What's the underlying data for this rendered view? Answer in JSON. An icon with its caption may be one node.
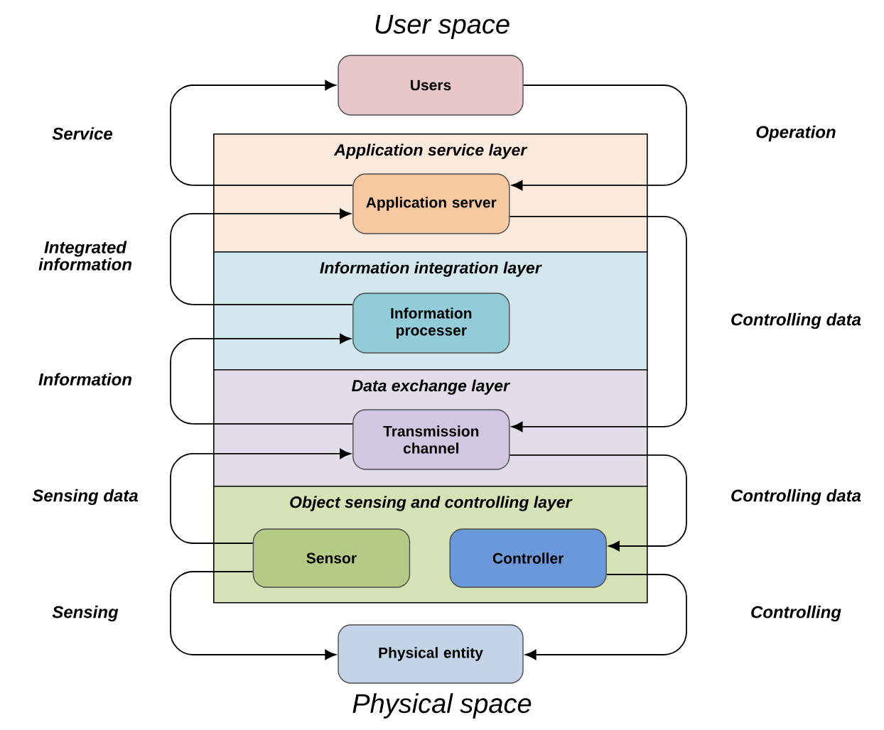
{
  "diagram": {
    "title": "User space",
    "caption": "Physical space",
    "nodes": [
      {
        "text": [
          "Users"
        ]
      },
      {
        "text": [
          "Application service layer"
        ]
      },
      {
        "text": [
          "Application server"
        ],
        "in": 1
      },
      {
        "text": [
          "Information integration layer"
        ]
      },
      {
        "text": [
          "Information processer"
        ],
        "in": 3
      },
      {
        "text": [
          "Data exchange layer"
        ]
      },
      {
        "text": [
          "Transmission channel"
        ],
        "in": 5
      },
      {
        "text": [
          "Object sensing and controlling layer"
        ]
      },
      {
        "text": [
          "Sensor"
        ],
        "in": 7
      },
      {
        "text": [
          "Controller"
        ],
        "in": 7
      },
      {
        "text": [
          "Physical entity"
        ]
      }
    ],
    "edges": [
      {
        "from": 2,
        "to": 0,
        "arrow": "to",
        "label": "Service"
      },
      {
        "from": 0,
        "to": 2,
        "arrow": "to",
        "label": "Operation"
      },
      {
        "from": 4,
        "to": 2,
        "arrow": "to",
        "label": "Integrated information"
      },
      {
        "from": 2,
        "to": 6,
        "arrow": "to",
        "label": "Controlling data"
      },
      {
        "from": 6,
        "to": 4,
        "arrow": "to",
        "label": "Information"
      },
      {
        "from": 8,
        "to": 6,
        "arrow": "to",
        "label": "Sensing data"
      },
      {
        "from": 6,
        "to": 9,
        "arrow": "to",
        "label": "Controlling data"
      },
      {
        "from": 8,
        "to": 10,
        "arrow": "to",
        "label": "Sensing"
      },
      {
        "from": 9,
        "to": 10,
        "arrow": "to",
        "label": "Controlling"
      }
    ]
  }
}
